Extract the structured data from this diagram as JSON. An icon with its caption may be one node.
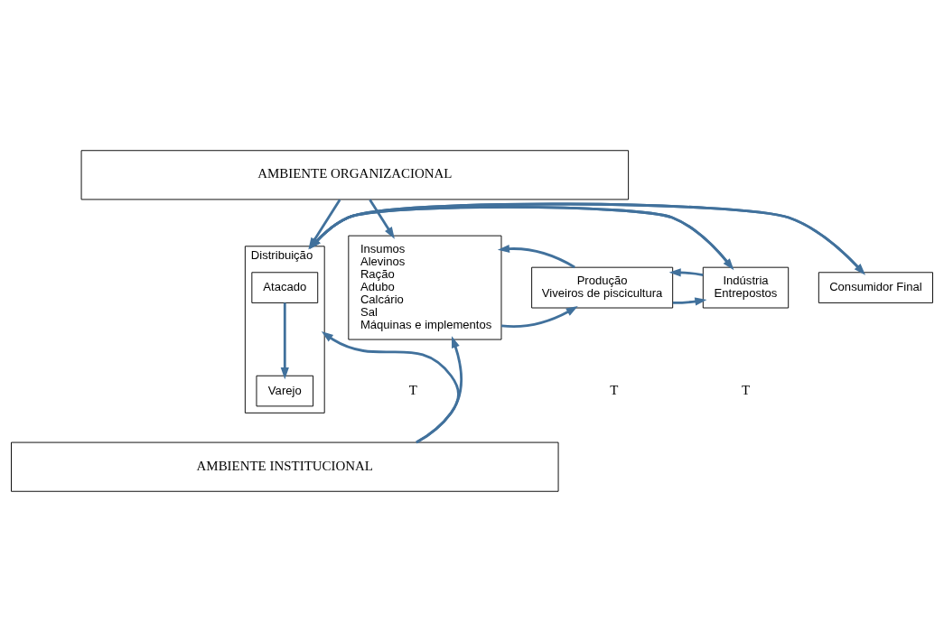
{
  "diagram": {
    "nodes": [
      {
        "text": [
          "AMBIENTE ORGANIZACIONAL"
        ]
      },
      {
        "text": [
          "Insumos",
          "Alevinos",
          "Ração",
          "Adubo",
          "Calcário",
          "Sal",
          "Máquinas e implementos"
        ]
      },
      {
        "text": [
          "Produção",
          "Viveiros de piscicultura"
        ]
      },
      {
        "text": [
          "Indústria",
          "Entrepostos"
        ]
      },
      {
        "text": [
          "Distribuição"
        ]
      },
      {
        "text": [
          "Atacado"
        ],
        "in": 4
      },
      {
        "text": [
          "Varejo"
        ],
        "in": 4
      },
      {
        "text": [
          "Consumidor Final"
        ]
      },
      {
        "text": [
          "AMBIENTE INSTITUCIONAL"
        ]
      }
    ],
    "edges": [
      {
        "from": 0,
        "to": 1,
        "arrow": "to"
      },
      {
        "from": 0,
        "to": 4,
        "arrow": "to"
      },
      {
        "from": 1,
        "to": 2,
        "arrow": "to"
      },
      {
        "from": 2,
        "to": 1,
        "arrow": "to"
      },
      {
        "from": 2,
        "to": 3,
        "arrow": "to"
      },
      {
        "from": 3,
        "to": 2,
        "arrow": "to"
      },
      {
        "from": 3,
        "to": 4,
        "arrow": "to"
      },
      {
        "from": 4,
        "to": 3,
        "arrow": "to"
      },
      {
        "from": 5,
        "to": 6,
        "arrow": "to"
      },
      {
        "from": 4,
        "to": 7,
        "arrow": "to"
      },
      {
        "from": 7,
        "to": 4,
        "arrow": "to"
      },
      {
        "from": 8,
        "to": 1,
        "arrow": "to"
      },
      {
        "from": 8,
        "to": 4,
        "arrow": "to"
      }
    ],
    "labels": [
      "T",
      "T",
      "T"
    ]
  }
}
